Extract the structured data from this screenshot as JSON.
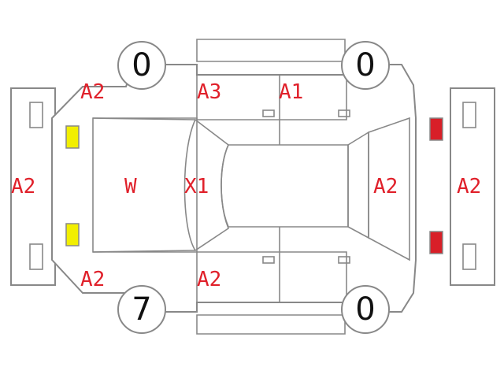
{
  "colors": {
    "outline": "#888888",
    "label_red": "#e0202a",
    "headlight_yellow": "#f2ef00",
    "taillight_red": "#d81f28"
  },
  "tires": {
    "front_left": "0",
    "rear_left": "0",
    "front_right": "7",
    "rear_right": "0"
  },
  "labels": {
    "front_bumper": "A2",
    "front_left_corner": "A2",
    "front_left_door": "A3",
    "rear_left_door": "A1",
    "hood": "W",
    "windshield": "X1",
    "roof": "A2",
    "rear_bumper": "A2",
    "front_right_corner": "A2",
    "front_right_door": "A2"
  },
  "lights": {
    "headlights": "headlight-yellow",
    "taillights": "taillight-red"
  }
}
